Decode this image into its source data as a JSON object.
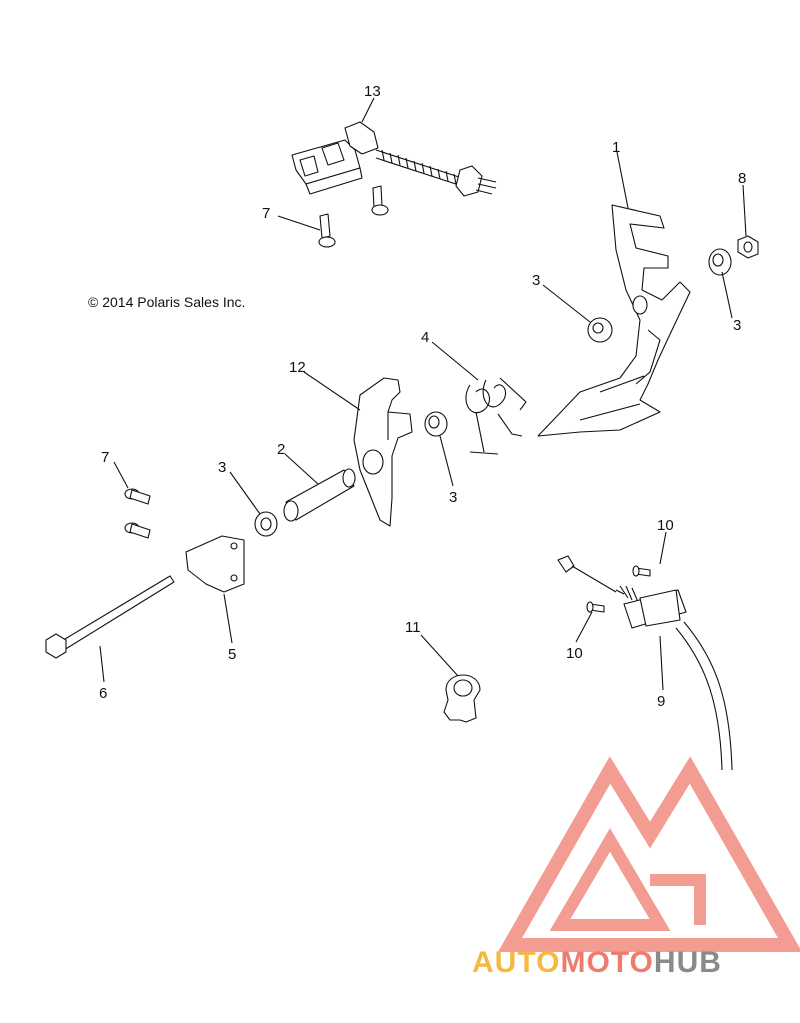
{
  "copyright": "© 2014 Polaris Sales Inc.",
  "callouts": {
    "c1": "1",
    "c2": "2",
    "c3a": "3",
    "c3b": "3",
    "c3c": "3",
    "c3d": "3",
    "c4": "4",
    "c5": "5",
    "c6": "6",
    "c7a": "7",
    "c7b": "7",
    "c8": "8",
    "c9": "9",
    "c10a": "10",
    "c10b": "10",
    "c11": "11",
    "c12": "12",
    "c13": "13"
  },
  "watermark": {
    "part1": "AUTO",
    "part2": "MOTO",
    "part3": "HUB",
    "colors": {
      "auto": "#f5b942",
      "moto": "#ef7b6d",
      "hub": "#8a8a8a",
      "triangle": "#f28b80"
    }
  }
}
